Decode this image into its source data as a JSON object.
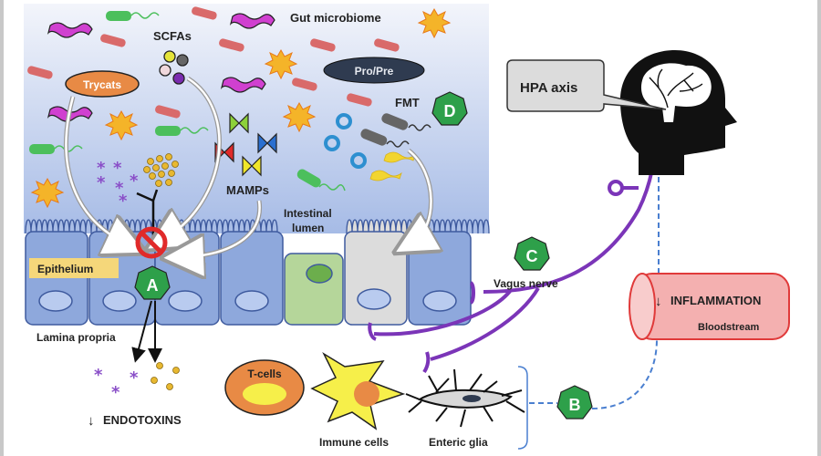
{
  "figure": {
    "title": "Gut-brain axis therapeutic targets",
    "regions": {
      "microbiome": "Gut microbiome",
      "lumen": "Intestinal lumen",
      "lumen_line1": "Intestinal",
      "lumen_line2": "lumen",
      "epithelium": "Epithelium",
      "lamina_propria": "Lamina propria",
      "bloodstream": "Bloodstream"
    },
    "molecules": {
      "scfas": "SCFAs",
      "trycats": "Trycats",
      "pro_pre": "Pro/Pre",
      "fmt": "FMT",
      "mamps": "MAMPs"
    },
    "cells": {
      "t_cells": "T-cells",
      "immune_cells": "Immune cells",
      "enteric_glia": "Enteric glia"
    },
    "brain": {
      "hpa_axis": "HPA axis",
      "vagus_nerve": "Vagus nerve"
    },
    "outcomes": {
      "endotoxins": "ENDOTOXINS",
      "inflammation": "INFLAMMATION",
      "decrease_symbol": "↓"
    },
    "markers": [
      {
        "letter": "A",
        "meaning": "epithelial barrier"
      },
      {
        "letter": "B",
        "meaning": "immune / enteric glia"
      },
      {
        "letter": "C",
        "meaning": "vagus nerve"
      },
      {
        "letter": "D",
        "meaning": "FMT"
      }
    ],
    "colors": {
      "lumen_top": "#eef1f8",
      "lumen_bottom": "#a9bde6",
      "epithelial_cell": "#8ea8dc",
      "goblet_cell": "#b5d69a",
      "enteroendocrine_cell": "#dcdcdc",
      "marker_green": "#2ea04a",
      "nerve_purple": "#7b35b8",
      "blood_red": "#f4b0b0",
      "blood_border": "#e03a3a",
      "trycats_orange": "#e88a45",
      "pro_pre_navy": "#2f3b50",
      "dashed_blue": "#4a7fd0",
      "epithelium_label_bg": "#f5d77a"
    }
  }
}
